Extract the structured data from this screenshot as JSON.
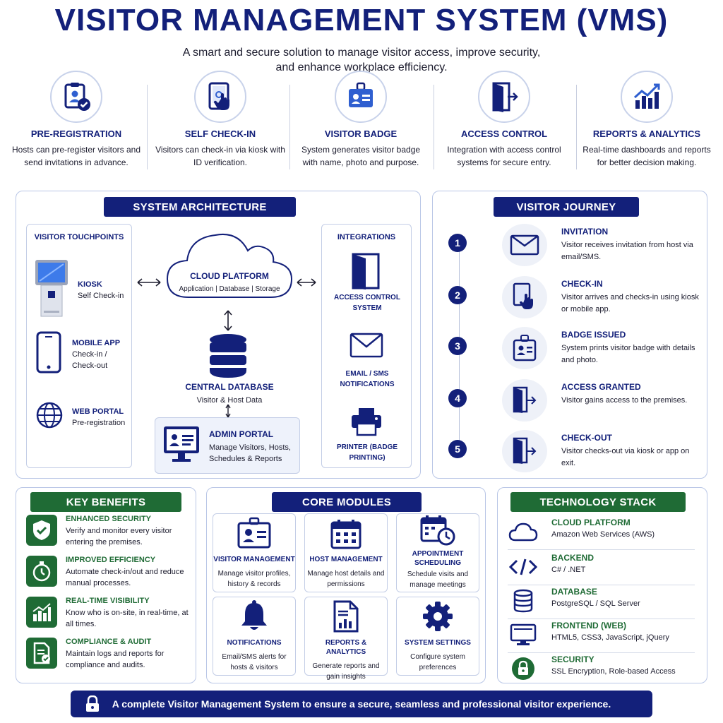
{
  "header": {
    "title": "VISITOR MANAGEMENT SYSTEM (VMS)",
    "subtitle_line1": "A smart and secure solution to manage visitor access, improve security,",
    "subtitle_line2": "and enhance workplace efficiency."
  },
  "features": [
    {
      "title": "PRE-REGISTRATION",
      "desc": "Hosts can pre-register visitors and send invitations in advance.",
      "icon": "clipboard-user-check-icon"
    },
    {
      "title": "SELF CHECK-IN",
      "desc": "Visitors can check-in via kiosk with ID verification.",
      "icon": "tablet-touch-icon"
    },
    {
      "title": "VISITOR BADGE",
      "desc": "System generates visitor badge with name, photo and purpose.",
      "icon": "id-badge-icon"
    },
    {
      "title": "ACCESS CONTROL",
      "desc": "Integration with access control systems for secure entry.",
      "icon": "door-enter-icon"
    },
    {
      "title": "REPORTS & ANALYTICS",
      "desc": "Real-time dashboards and reports for better decision making.",
      "icon": "bar-chart-trend-icon"
    }
  ],
  "architecture": {
    "title": "SYSTEM ARCHITECTURE",
    "touchpoints": {
      "heading": "VISITOR TOUCHPOINTS",
      "items": [
        {
          "title": "KIOSK",
          "desc": "Self Check-in"
        },
        {
          "title": "MOBILE APP",
          "desc": "Check-in / Check-out"
        },
        {
          "title": "WEB PORTAL",
          "desc": "Pre-registration"
        }
      ]
    },
    "cloud": {
      "title": "CLOUD PLATFORM",
      "desc": "Application | Database | Storage"
    },
    "database": {
      "title": "CENTRAL DATABASE",
      "desc": "Visitor & Host Data"
    },
    "admin": {
      "title": "ADMIN PORTAL",
      "desc": "Manage Visitors, Hosts, Schedules & Reports"
    },
    "integrations": {
      "heading": "INTEGRATIONS",
      "items": [
        {
          "title": "ACCESS CONTROL SYSTEM"
        },
        {
          "title": "EMAIL / SMS NOTIFICATIONS"
        },
        {
          "title": "PRINTER (BADGE PRINTING)"
        }
      ]
    }
  },
  "journey": {
    "title": "VISITOR JOURNEY",
    "steps": [
      {
        "num": "1",
        "title": "INVITATION",
        "desc": "Visitor receives invitation from host via email/SMS."
      },
      {
        "num": "2",
        "title": "CHECK-IN",
        "desc": "Visitor arrives and checks-in using kiosk or mobile app."
      },
      {
        "num": "3",
        "title": "BADGE ISSUED",
        "desc": "System prints visitor badge with details and photo."
      },
      {
        "num": "4",
        "title": "ACCESS GRANTED",
        "desc": "Visitor gains access to the premises."
      },
      {
        "num": "5",
        "title": "CHECK-OUT",
        "desc": "Visitor checks-out via kiosk or app on exit."
      }
    ]
  },
  "benefits": {
    "title": "KEY BENEFITS",
    "items": [
      {
        "title": "ENHANCED SECURITY",
        "desc": "Verify and monitor every visitor entering the premises."
      },
      {
        "title": "IMPROVED EFFICIENCY",
        "desc": "Automate check-in/out and reduce manual processes."
      },
      {
        "title": "REAL-TIME VISIBILITY",
        "desc": "Know who is on-site, in real-time, at all times."
      },
      {
        "title": "COMPLIANCE & AUDIT",
        "desc": "Maintain logs and reports for compliance and audits."
      }
    ]
  },
  "modules": {
    "title": "CORE MODULES",
    "items": [
      {
        "title": "VISITOR MANAGEMENT",
        "desc": "Manage visitor profiles, history & records"
      },
      {
        "title": "HOST MANAGEMENT",
        "desc": "Manage host details and permissions"
      },
      {
        "title": "APPOINTMENT SCHEDULING",
        "desc": "Schedule visits and manage meetings"
      },
      {
        "title": "NOTIFICATIONS",
        "desc": "Email/SMS alerts for hosts & visitors"
      },
      {
        "title": "REPORTS & ANALYTICS",
        "desc": "Generate reports and gain insights"
      },
      {
        "title": "SYSTEM SETTINGS",
        "desc": "Configure system preferences"
      }
    ]
  },
  "tech": {
    "title": "TECHNOLOGY STACK",
    "items": [
      {
        "title": "CLOUD PLATFORM",
        "desc": "Amazon Web Services (AWS)"
      },
      {
        "title": "BACKEND",
        "desc": "C# / .NET"
      },
      {
        "title": "DATABASE",
        "desc": "PostgreSQL / SQL Server"
      },
      {
        "title": "FRONTEND (WEB)",
        "desc": "HTML5, CSS3, JavaScript, jQuery"
      },
      {
        "title": "SECURITY",
        "desc": "SSL Encryption, Role-based Access"
      }
    ]
  },
  "footer": {
    "text": "A complete Visitor Management System to ensure a secure, seamless and professional visitor experience."
  },
  "colors": {
    "navy": "#13207a",
    "green": "#1f6b35",
    "accent_blue": "#2f5fd0"
  }
}
